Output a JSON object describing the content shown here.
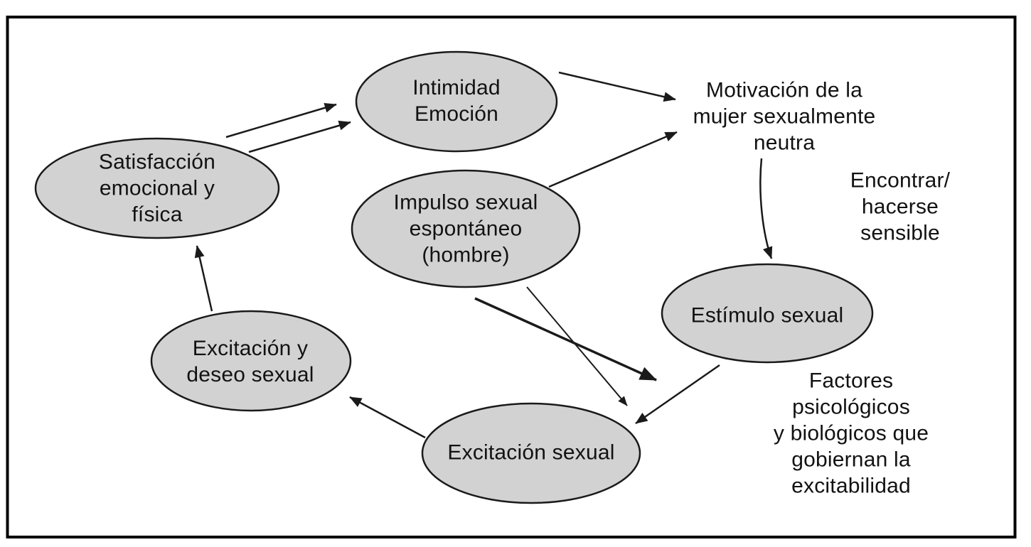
{
  "figure": {
    "background": "#ffffff",
    "frame_color": "#000000",
    "node_fill": "#d2d2d2",
    "node_stroke": "#1a1a1a",
    "arrow_color": "#1a1a1a",
    "text_color": "#121212"
  },
  "nodes": [
    {
      "id": "intimidad-emocion",
      "label": "Intimidad\nEmoción"
    },
    {
      "id": "satisfaccion",
      "label": "Satisfacción\nemocional y\nfísica"
    },
    {
      "id": "impulso-sexual",
      "label": "Impulso sexual\nespontáneo\n(hombre)"
    },
    {
      "id": "estimulo-sexual",
      "label": "Estímulo sexual"
    },
    {
      "id": "excitacion-deseo",
      "label": "Excitación y\ndeseo sexual"
    },
    {
      "id": "excitacion-sexual",
      "label": "Excitación sexual"
    }
  ],
  "floating_labels": [
    {
      "id": "motivacion",
      "text": "Motivación de la\nmujer sexualmente\nneutra"
    },
    {
      "id": "encontrar",
      "text": "Encontrar/\nhacerse sensible"
    },
    {
      "id": "factores",
      "text": "Factores psicológicos\ny biológicos que\ngobiernan la excitabilidad"
    }
  ],
  "edges": [
    {
      "from": "satisfaccion",
      "to": "intimidad-emocion",
      "style": "double-arrow-1"
    },
    {
      "from": "satisfaccion",
      "to": "intimidad-emocion",
      "style": "double-arrow-2"
    },
    {
      "from": "intimidad-emocion",
      "to": "motivacion",
      "style": "normal"
    },
    {
      "from": "impulso-sexual",
      "to": "motivacion",
      "style": "normal"
    },
    {
      "from": "motivacion",
      "to": "estimulo-sexual",
      "style": "normal"
    },
    {
      "from": "impulso-sexual",
      "to": "excitacion-sexual",
      "style": "thick"
    },
    {
      "from": "impulso-sexual",
      "to": "excitacion-sexual",
      "style": "thin"
    },
    {
      "from": "estimulo-sexual",
      "to": "excitacion-sexual",
      "style": "normal"
    },
    {
      "from": "excitacion-sexual",
      "to": "excitacion-deseo",
      "style": "normal"
    },
    {
      "from": "excitacion-deseo",
      "to": "satisfaccion",
      "style": "normal"
    }
  ]
}
